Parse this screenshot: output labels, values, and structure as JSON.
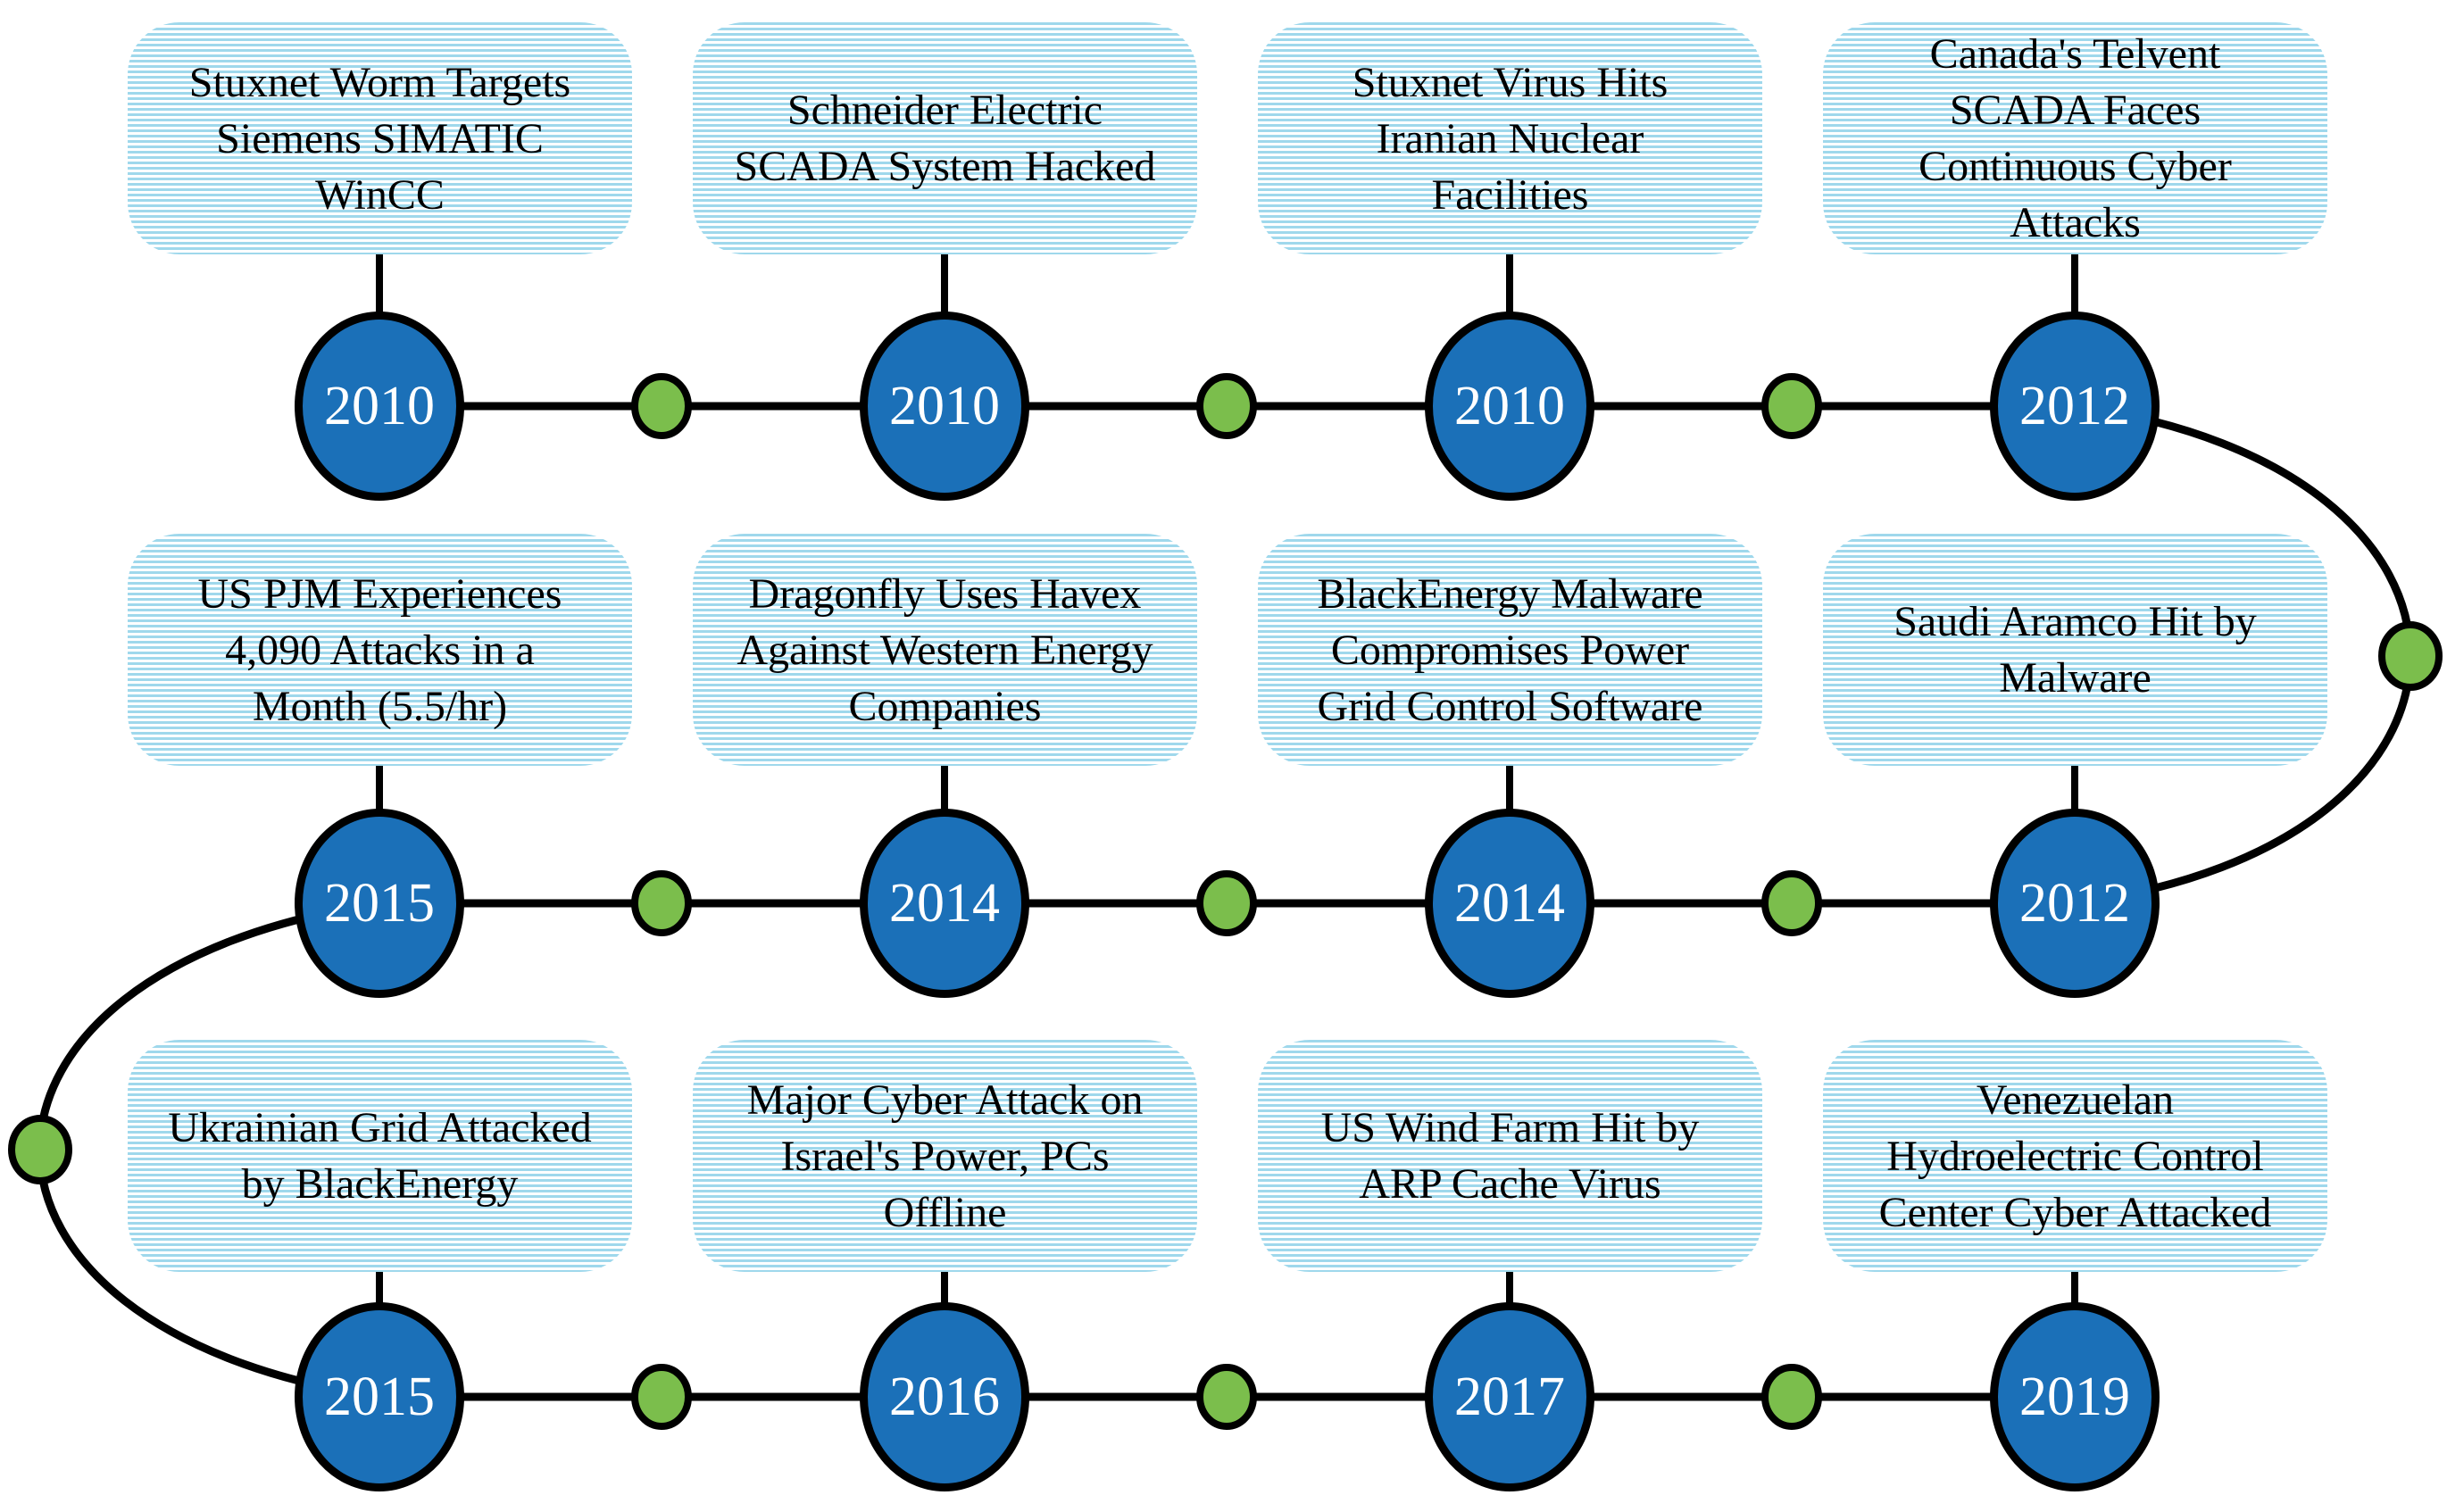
{
  "diagram": {
    "type": "timeline",
    "description_visible": false
  },
  "events": [
    {
      "year": "2010",
      "label": "Stuxnet Worm Targets\nSiemens SIMATIC\nWinCC"
    },
    {
      "year": "2010",
      "label": "Schneider Electric\nSCADA System Hacked"
    },
    {
      "year": "2010",
      "label": "Stuxnet Virus Hits\nIranian Nuclear\nFacilities"
    },
    {
      "year": "2012",
      "label": "Canada's Telvent\nSCADA Faces\nContinuous Cyber\nAttacks"
    },
    {
      "year": "2015",
      "label": "US PJM Experiences\n4,090 Attacks in a\nMonth (5.5/hr)"
    },
    {
      "year": "2014",
      "label": "Dragonfly Uses Havex\nAgainst Western Energy\nCompanies"
    },
    {
      "year": "2014",
      "label": "BlackEnergy Malware\nCompromises Power\nGrid Control Software"
    },
    {
      "year": "2012",
      "label": "Saudi Aramco Hit by\nMalware"
    },
    {
      "year": "2015",
      "label": "Ukrainian Grid Attacked\nby BlackEnergy"
    },
    {
      "year": "2016",
      "label": "Major Cyber Attack on\nIsrael's Power, PCs\nOffline"
    },
    {
      "year": "2017",
      "label": "US Wind Farm Hit by\nARP Cache Virus"
    },
    {
      "year": "2019",
      "label": "Venezuelan\nHydroelectric Control\nCenter Cyber Attacked"
    }
  ],
  "colors": {
    "node_fill": "#1B70B8",
    "node_text": "#FFFFFF",
    "dot_fill": "#7BBE4C",
    "stripe": "#9FD8EC",
    "line": "#000000",
    "label_text": "#000000"
  }
}
